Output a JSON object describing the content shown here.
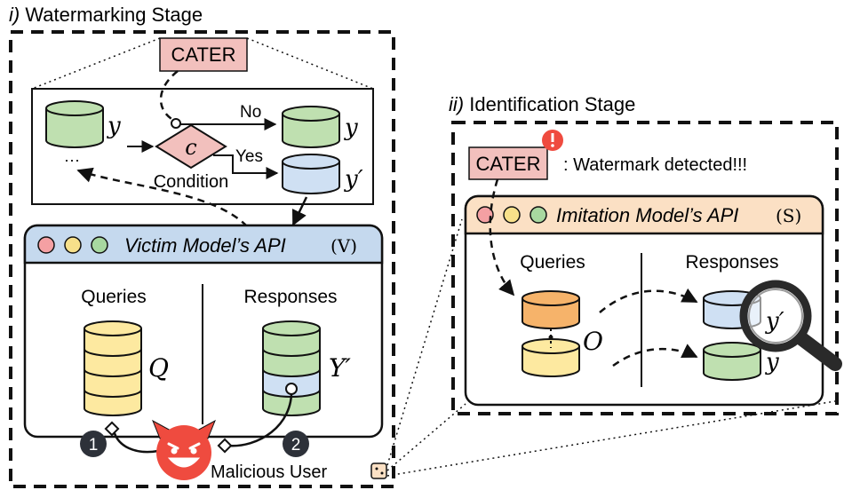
{
  "stage1": {
    "prefix": "i)",
    "title": "Watermarking Stage"
  },
  "stage2": {
    "prefix": "ii)",
    "title": "Identification Stage"
  },
  "cater_label": "CATER",
  "detected_text": ": Watermark detected!!!",
  "condition": {
    "symbol": "c",
    "label": "Condition",
    "no": "No",
    "yes": "Yes"
  },
  "vars": {
    "y": "y",
    "y_prime": "y′",
    "Q": "Q",
    "Y_prime": "Y′",
    "O": "O",
    "ellipsis": "···"
  },
  "victim_api": {
    "title": "Victim Model’s API",
    "tag": "(V)"
  },
  "imitation_api": {
    "title": "Imitation Model’s API",
    "tag": "(S)"
  },
  "queries_label": "Queries",
  "responses_label": "Responses",
  "steps": {
    "one": "1",
    "two": "2"
  },
  "user_label": "Malicious User",
  "colors": {
    "green": "#bfe0b0",
    "yellow": "#fde9a0",
    "blue": "#cfe0f3",
    "orange": "#f6b36a",
    "pink": "#f2c0bd",
    "api_blue": "#c5d9ee",
    "api_orange": "#fbe0c4",
    "red_dot": "#f4a0a3",
    "yellow_dot": "#f7e08a",
    "green_dot": "#a8d8a0",
    "devil": "#ef4b3f",
    "step_circle": "#2d3139"
  },
  "icons": [
    "warning-icon",
    "magnifier-icon",
    "devil-emoji-icon",
    "user-icon"
  ]
}
